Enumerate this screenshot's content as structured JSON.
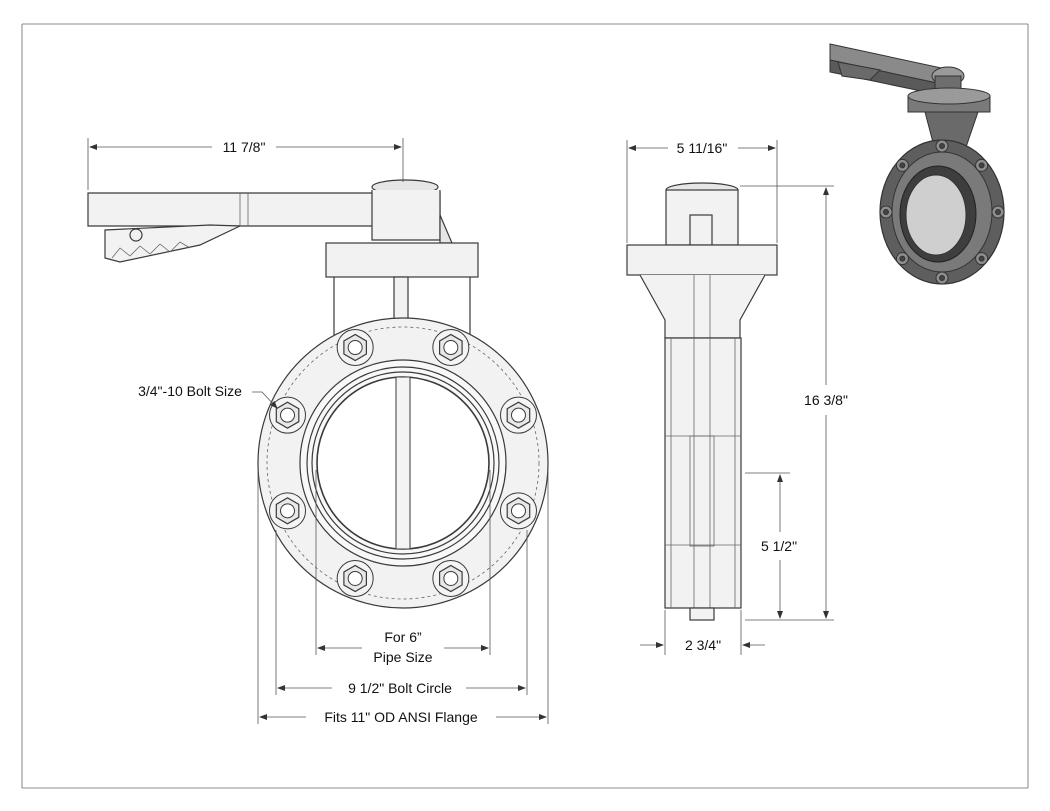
{
  "labels": {
    "handle_length": "11 7/8\"",
    "side_width": "5 11/16\"",
    "bolt_size": "3/4\"-10 Bolt Size",
    "overall_height": "16 3/8\"",
    "center_height": "5 1/2\"",
    "face_to_face": "2 3/4\"",
    "pipe_size_line1": "For 6”",
    "pipe_size_line2": "Pipe Size",
    "bolt_circle": "9 1/2\" Bolt Circle",
    "flange": "Fits 11\" OD ANSI Flange"
  },
  "colors": {
    "outline": "#3a3a3a",
    "iso_body": "#6e6e6e",
    "iso_dark": "#4a4a4a",
    "iso_light": "#9a9a9a"
  }
}
